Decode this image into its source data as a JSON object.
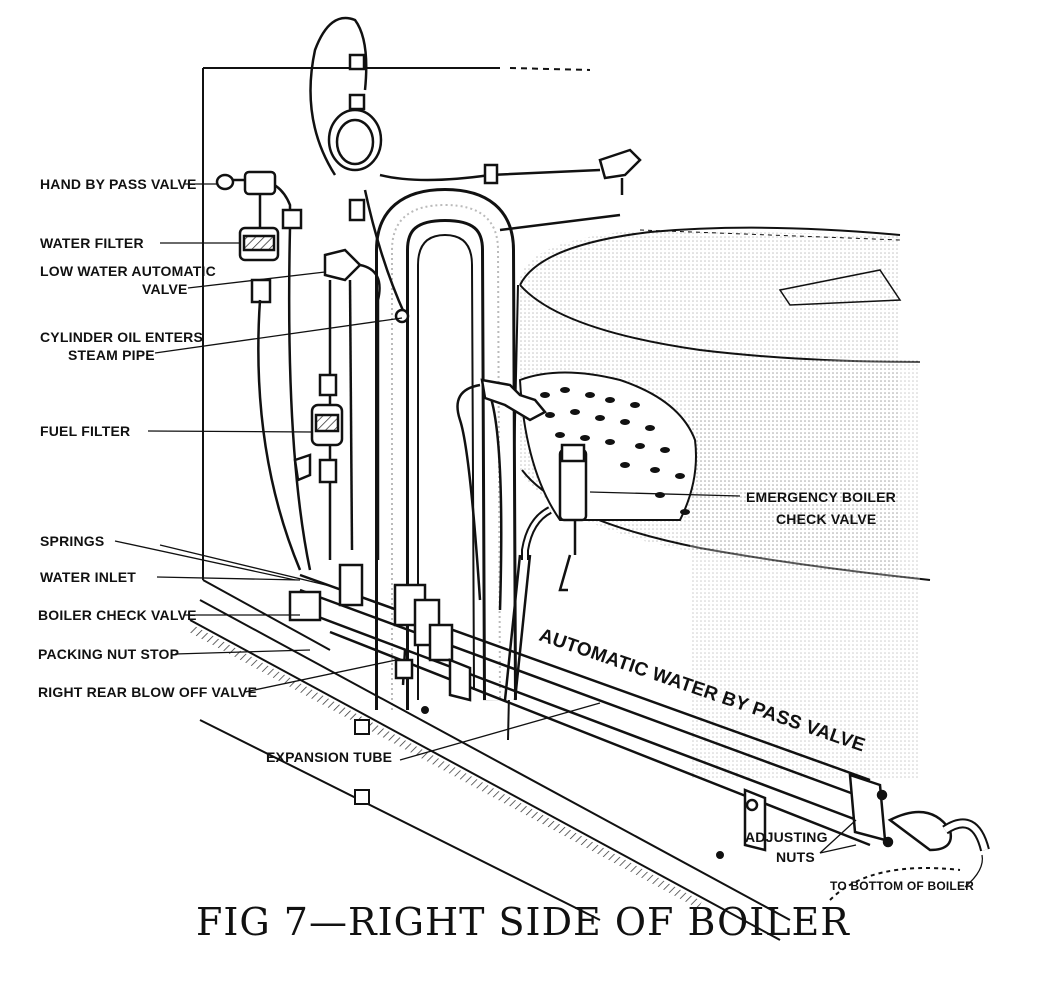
{
  "figure": {
    "caption": "FIG 7—RIGHT SIDE OF BOILER",
    "labels": {
      "hand_by_pass_valve": "HAND BY PASS VALVE",
      "water_filter": "WATER FILTER",
      "low_water_automatic_1": "LOW WATER AUTOMATIC",
      "low_water_automatic_2": "VALVE",
      "cylinder_oil_1": "CYLINDER OIL ENTERS",
      "cylinder_oil_2": "STEAM PIPE",
      "fuel_filter": "FUEL FILTER",
      "springs": "SPRINGS",
      "water_inlet": "WATER INLET",
      "boiler_check_valve": "BOILER CHECK VALVE",
      "packing_nut_stop": "PACKING NUT STOP",
      "right_rear_blow_off_valve": "RIGHT REAR BLOW OFF VALVE",
      "expansion_tube": "EXPANSION TUBE",
      "emergency_boiler_1": "EMERGENCY BOILER",
      "emergency_boiler_2": "CHECK VALVE",
      "automatic_water_by_pass_valve": "AUTOMATIC WATER BY PASS VALVE",
      "adjusting_1": "ADJUSTING",
      "adjusting_2": "NUTS",
      "to_bottom_of_boiler": "TO BOTTOM OF BOILER"
    }
  }
}
